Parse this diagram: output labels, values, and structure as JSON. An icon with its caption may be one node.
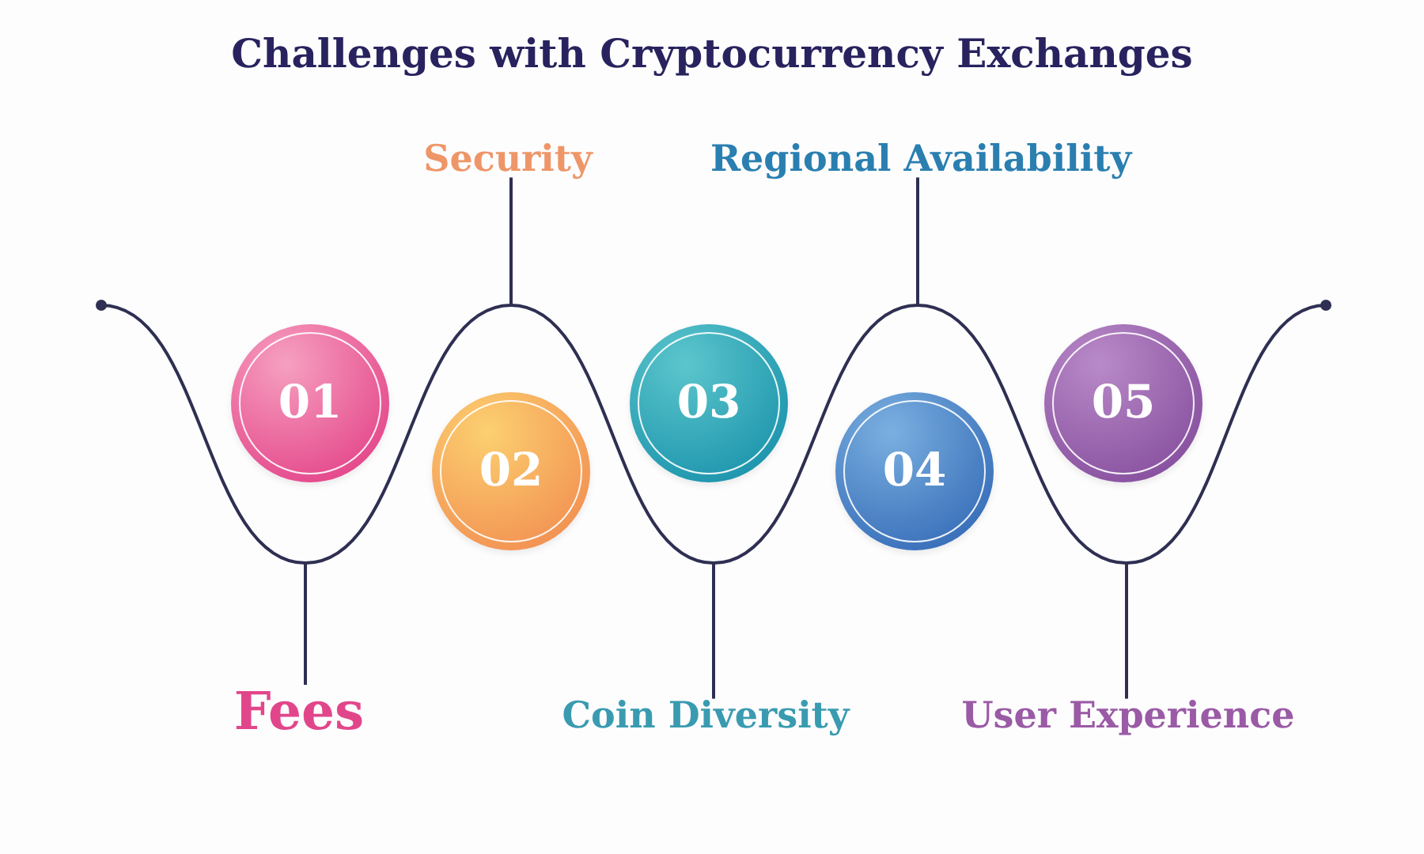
{
  "diagram": {
    "title": "Challenges with Cryptocurrency Exchanges",
    "nodes": [
      {
        "text": [
          "01"
        ]
      },
      {
        "text": [
          "02"
        ]
      },
      {
        "text": [
          "03"
        ]
      },
      {
        "text": [
          "04"
        ]
      },
      {
        "text": [
          "05"
        ]
      },
      {
        "text": [
          "Fees"
        ]
      },
      {
        "text": [
          "Security"
        ]
      },
      {
        "text": [
          "Coin Diversity"
        ]
      },
      {
        "text": [
          "Regional Availability"
        ]
      },
      {
        "text": [
          "User Experience"
        ]
      }
    ],
    "edges": [
      {
        "from": 5,
        "to": null,
        "arrow": "none"
      },
      {
        "from": 6,
        "to": null,
        "arrow": "none"
      },
      {
        "from": 7,
        "to": null,
        "arrow": "none"
      },
      {
        "from": 8,
        "to": null,
        "arrow": "none"
      },
      {
        "from": 9,
        "to": null,
        "arrow": "none"
      }
    ]
  }
}
